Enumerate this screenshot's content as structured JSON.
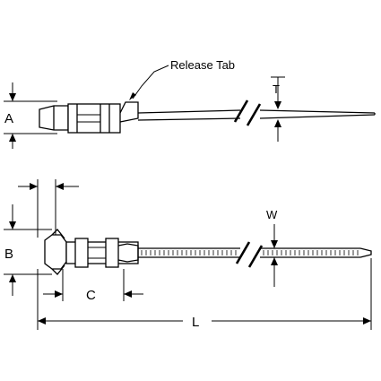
{
  "labels": {
    "release_tab": "Release Tab",
    "dim_a": "A",
    "dim_b": "B",
    "dim_c": "C",
    "dim_t": "T",
    "dim_w": "W",
    "dim_l": "L"
  }
}
